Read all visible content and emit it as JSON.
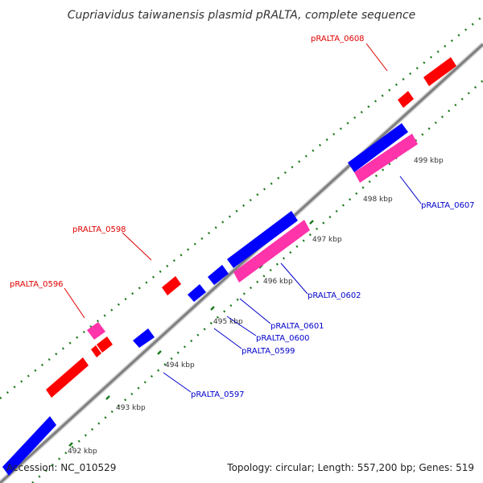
{
  "title": "Cupriavidus taiwanensis plasmid pRALTA, complete sequence",
  "footer": {
    "accession": "Accession: NC_010529",
    "summary": "Topology: circular; Length: 557,200 bp; Genes: 519"
  },
  "colors": {
    "backbone": "#8c8c8c",
    "forward_gene": "#ff0000",
    "reverse_gene": "#0000ff",
    "forward_label": "#e00000",
    "reverse_label": "#0000cc",
    "rna_like": "#ff33aa",
    "tick": "#1e7a1e"
  },
  "ticks": [
    "492 kbp",
    "493 kbp",
    "494 kbp",
    "495 kbp",
    "496 kbp",
    "497 kbp",
    "498 kbp",
    "499 kbp"
  ],
  "labels": {
    "forward": [
      "pRALTA_0596",
      "pRALTA_0598",
      "pRALTA_0608"
    ],
    "reverse": [
      "pRALTA_0597",
      "pRALTA_0599",
      "pRALTA_0600",
      "pRALTA_0601",
      "pRALTA_0602",
      "pRALTA_0607"
    ]
  }
}
